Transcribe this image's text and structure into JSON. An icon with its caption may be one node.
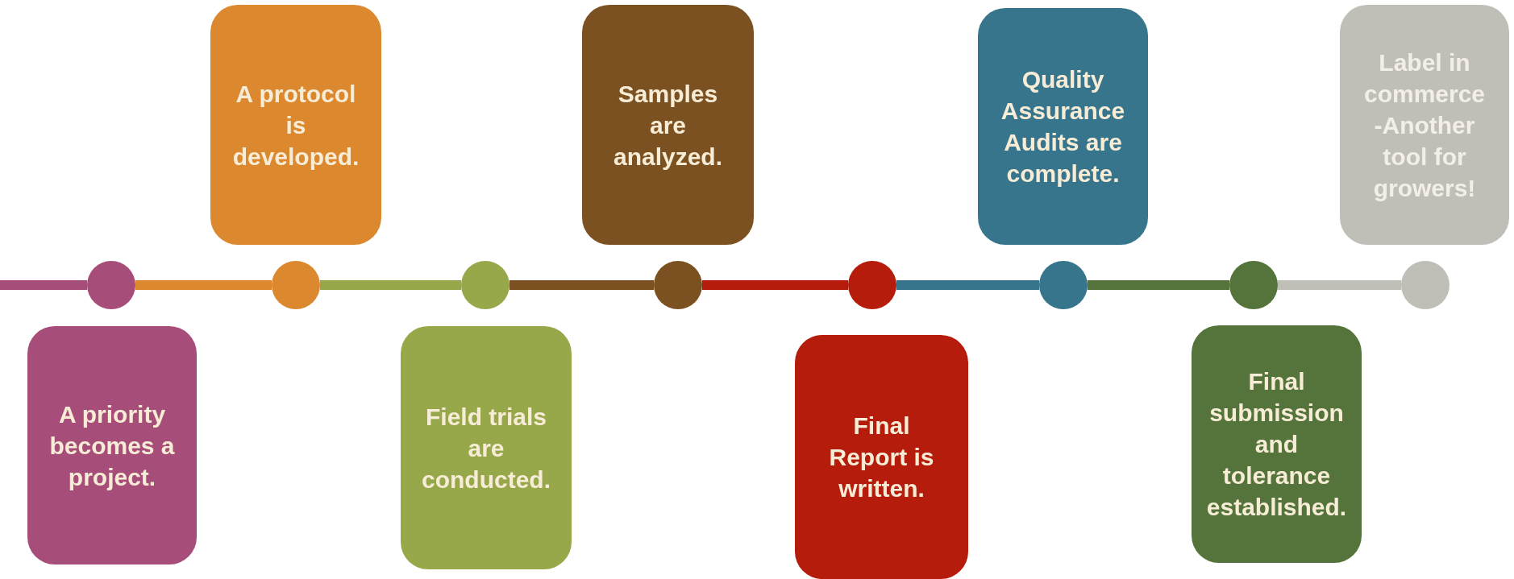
{
  "diagram": {
    "nodes": [
      {
        "text": [
          "A priority becomes a project."
        ]
      },
      {
        "text": [
          "A protocol is developed."
        ]
      },
      {
        "text": [
          "Field trials are conducted."
        ]
      },
      {
        "text": [
          "Samples are analyzed."
        ]
      },
      {
        "text": [
          "Final Report is written."
        ]
      },
      {
        "text": [
          "Quality Assurance Audits are complete."
        ]
      },
      {
        "text": [
          "Final submission and tolerance established."
        ]
      },
      {
        "text": [
          "Label in commerce -Another tool for growers!"
        ]
      },
      {
        "text": [],
        "shape": "circle"
      },
      {
        "text": [],
        "shape": "circle"
      },
      {
        "text": [],
        "shape": "circle"
      },
      {
        "text": [],
        "shape": "circle"
      },
      {
        "text": [],
        "shape": "circle"
      },
      {
        "text": [],
        "shape": "circle"
      },
      {
        "text": [],
        "shape": "circle"
      },
      {
        "text": [],
        "shape": "circle"
      }
    ],
    "edges": [
      {
        "from": null,
        "to": 8,
        "arrow": "none",
        "color": "#a64d79"
      },
      {
        "from": 8,
        "to": 9,
        "arrow": "none",
        "color": "#dc882f"
      },
      {
        "from": 9,
        "to": 10,
        "arrow": "none",
        "color": "#97a84b"
      },
      {
        "from": 10,
        "to": 11,
        "arrow": "none",
        "color": "#7b5121"
      },
      {
        "from": 11,
        "to": 12,
        "arrow": "none",
        "color": "#b51c0b"
      },
      {
        "from": 12,
        "to": 13,
        "arrow": "none",
        "color": "#37758d"
      },
      {
        "from": 13,
        "to": 14,
        "arrow": "none",
        "color": "#54743c"
      },
      {
        "from": 14,
        "to": 15,
        "arrow": "none",
        "color": "#bfbfb8"
      }
    ]
  }
}
